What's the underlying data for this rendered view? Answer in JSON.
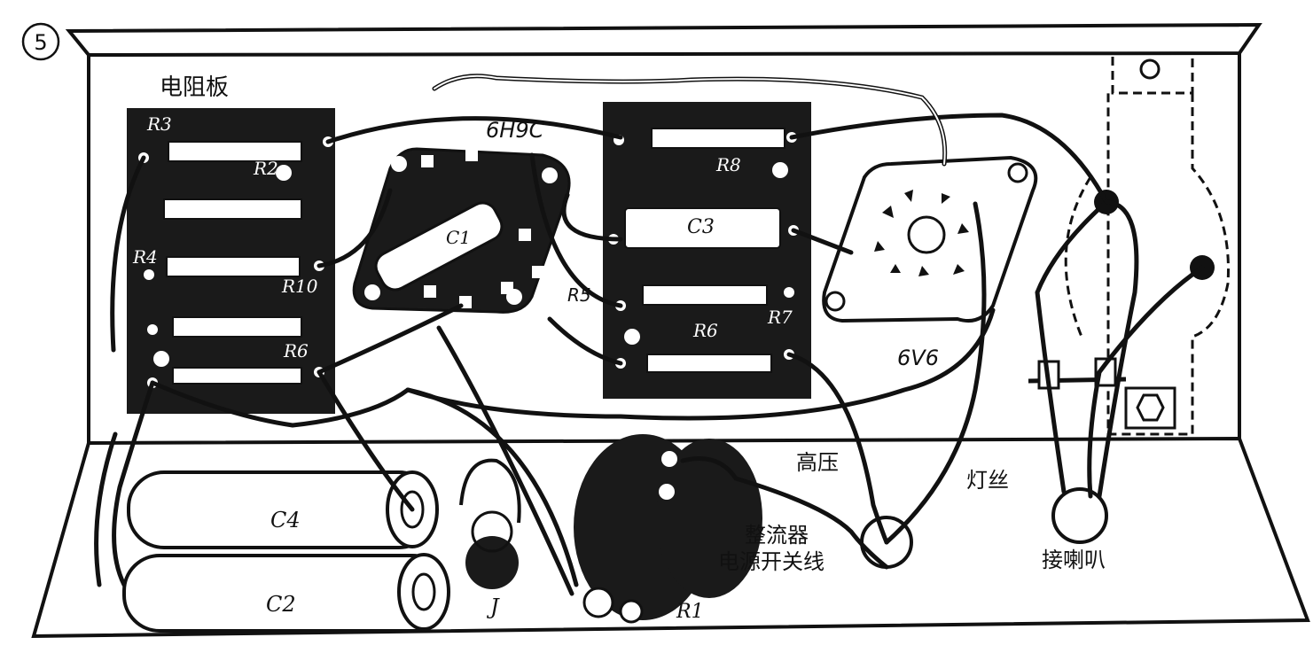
{
  "figure_number": "5",
  "labels": {
    "resistor_board": "电阻板",
    "tube_6h9c": "6H9C",
    "tube_6v6": "6V6",
    "high_voltage": "高压",
    "filament": "灯丝",
    "rectifier": "整流器",
    "power_switch_wire": "电源开关线",
    "speaker": "接喇叭"
  },
  "components": {
    "r3": "R3",
    "r2": "R2",
    "r4": "R4",
    "r10": "R10",
    "r6": "R6",
    "c1": "C1",
    "r5": "R5",
    "r8": "R8",
    "c3": "C3",
    "r7": "R7",
    "r6b": "R6",
    "c4": "C4",
    "c2": "C2",
    "j": "J",
    "r1": "R1"
  }
}
